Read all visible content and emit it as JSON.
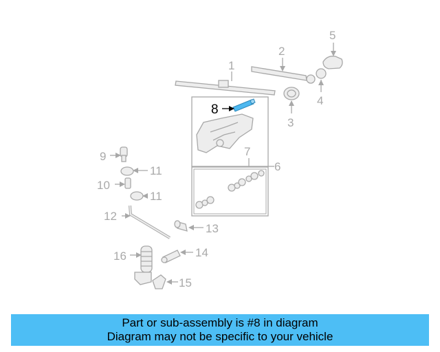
{
  "diagram": {
    "callouts": {
      "c1": "1",
      "c2": "2",
      "c3": "3",
      "c4": "4",
      "c5": "5",
      "c6": "6",
      "c7": "7",
      "c8": "8",
      "c9": "9",
      "c10": "10",
      "c11a": "11",
      "c11b": "11",
      "c12": "12",
      "c13": "13",
      "c14": "14",
      "c15": "15",
      "c16": "16"
    },
    "highlight_color": "#4db8f0",
    "part_color": "#ededed",
    "line_color": "#a8a8a8"
  },
  "banner": {
    "line1": "Part or sub-assembly is #8 in diagram",
    "line2": "Diagram may not be specific to your vehicle",
    "color": "#4dbef5"
  }
}
